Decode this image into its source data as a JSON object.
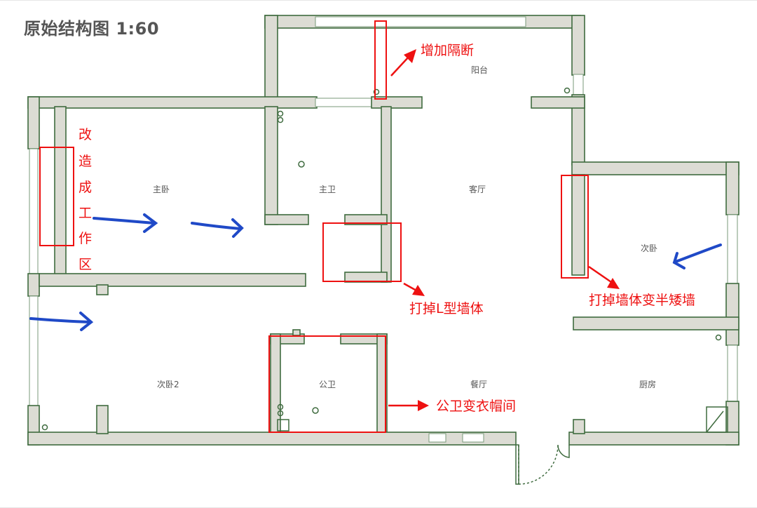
{
  "title": "原始结构图 1:60",
  "rooms": {
    "balcony": "阳台",
    "master_bedroom": "主卧",
    "master_bath": "主卫",
    "living_room": "客厅",
    "second_bedroom": "次卧",
    "second_bedroom_2": "次卧2",
    "public_bath": "公卫",
    "dining_room": "餐厅",
    "kitchen": "厨房"
  },
  "annotations": {
    "add_partition": "增加隔断",
    "workspace": [
      "改",
      "造",
      "成",
      "工",
      "作",
      "区"
    ],
    "remove_l_wall": "打掉L型墙体",
    "half_wall": "打掉墙体变半矮墙",
    "cloakroom": "公卫变衣帽间"
  },
  "colors": {
    "wall_fill": "#dcdcd4",
    "wall_stroke": "#3f6b3f",
    "annotation_red": "#ee1111",
    "arrow_blue": "#1f49c7"
  }
}
